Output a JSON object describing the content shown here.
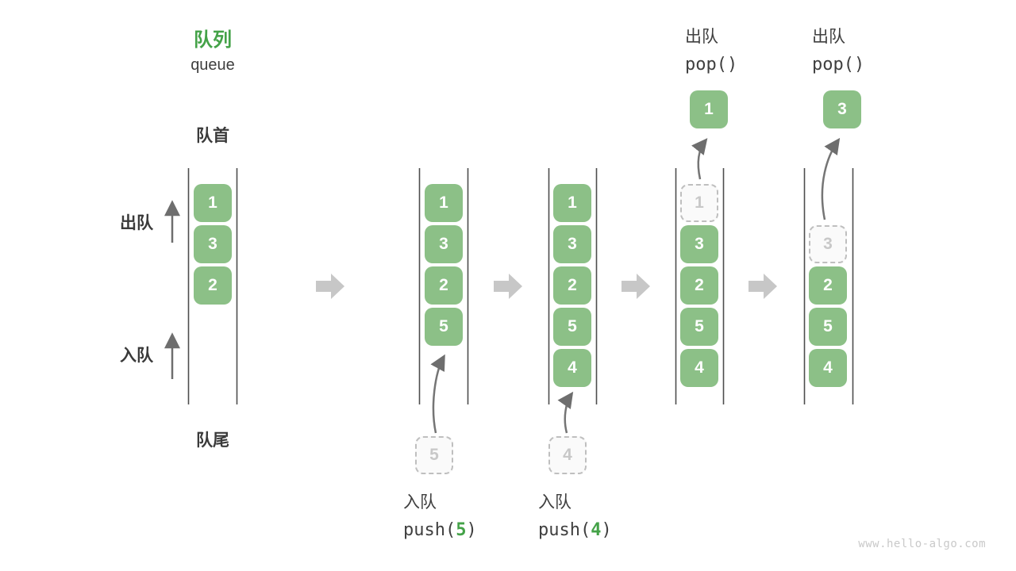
{
  "title": {
    "zh": "队列",
    "en": "queue"
  },
  "labels": {
    "front": "队首",
    "rear": "队尾",
    "dequeue": "出队",
    "enqueue": "入队"
  },
  "colors": {
    "cell_green": "#8cc087",
    "accent_green": "#44a248",
    "text_dark": "#3f3f3f",
    "ghost_gray": "#c8c8c8",
    "flow_arrow_gray": "#c7c7c7",
    "thin_arrow_gray": "#6e6e6e"
  },
  "states": [
    {
      "cells": [
        "1",
        "3",
        "2"
      ]
    },
    {
      "cells": [
        "1",
        "3",
        "2",
        "5"
      ],
      "incoming": "5",
      "op": {
        "zh": "入队",
        "fn_open": "push(",
        "arg": "5",
        "fn_close": ")"
      }
    },
    {
      "cells": [
        "1",
        "3",
        "2",
        "5",
        "4"
      ],
      "incoming": "4",
      "op": {
        "zh": "入队",
        "fn_open": "push(",
        "arg": "4",
        "fn_close": ")"
      }
    },
    {
      "ghost": "1",
      "cells": [
        "3",
        "2",
        "5",
        "4"
      ],
      "popped": "1",
      "op": {
        "zh": "出队",
        "fn": "pop()"
      }
    },
    {
      "ghost": "3",
      "cells": [
        "2",
        "5",
        "4"
      ],
      "popped": "3",
      "op": {
        "zh": "出队",
        "fn": "pop()"
      }
    }
  ],
  "watermark": "www.hello-algo.com"
}
